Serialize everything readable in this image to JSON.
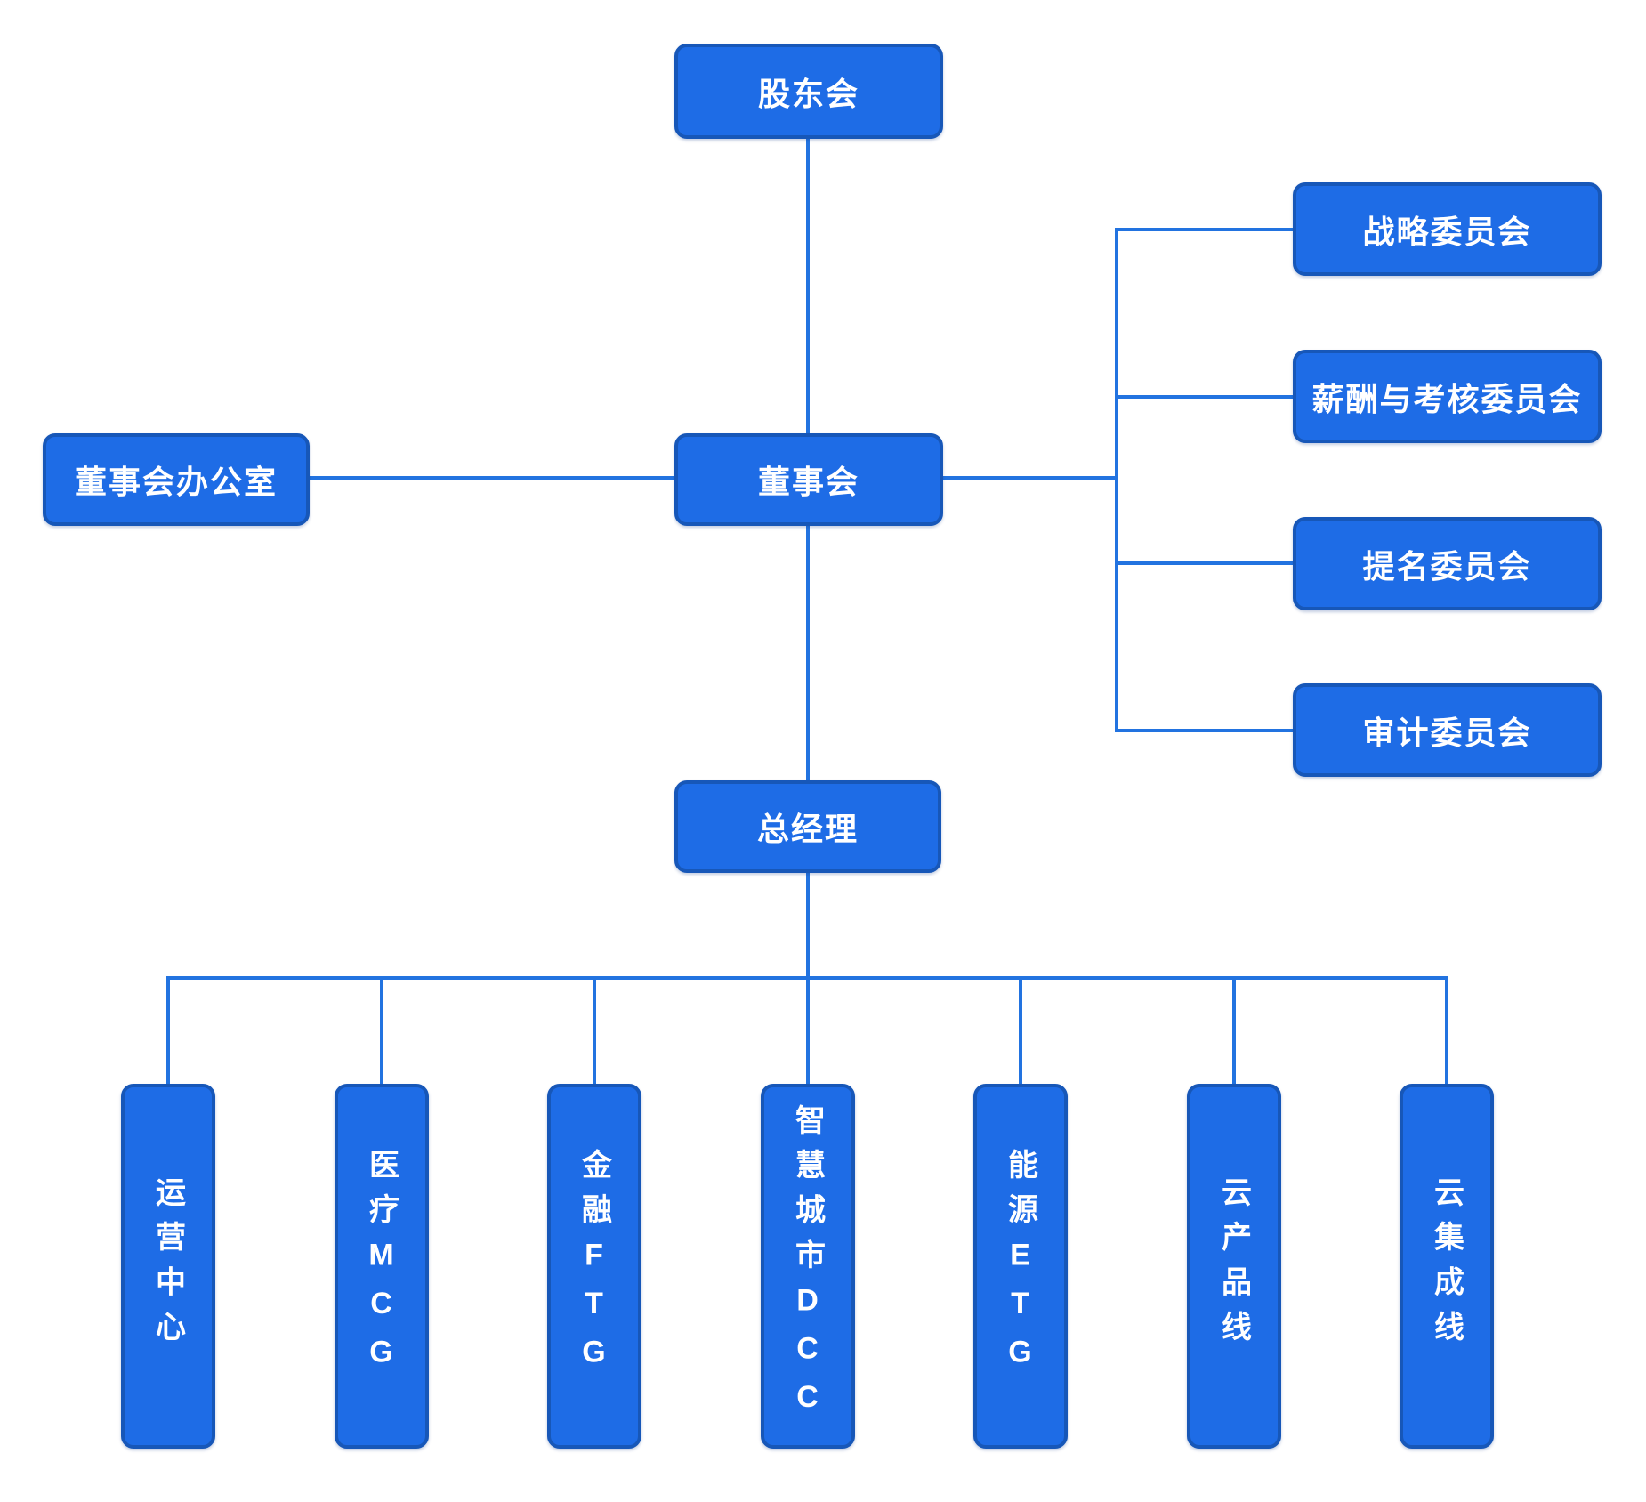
{
  "diagram": {
    "type": "org-chart",
    "colors": {
      "node_fill": "#1e6ce6",
      "node_border": "#1757b8",
      "connector": "#2273e0",
      "text": "#ffffff",
      "background": "#ffffff"
    },
    "nodes": {
      "shareholders": {
        "label": "股东会"
      },
      "board_office": {
        "label": "董事会办公室"
      },
      "board": {
        "label": "董事会"
      },
      "strategy_committee": {
        "label": "战略委员会"
      },
      "compensation_committee": {
        "label": "薪酬与考核委员会"
      },
      "nomination_committee": {
        "label": "提名委员会"
      },
      "audit_committee": {
        "label": "审计委员会"
      },
      "general_manager": {
        "label": "总经理"
      },
      "operations_center": {
        "label": "运营中心"
      },
      "medical_mcg": {
        "label": "医疗MCG"
      },
      "finance_ftg": {
        "label": "金融FTG"
      },
      "smart_city_dcc": {
        "label": "智慧城市DCC"
      },
      "energy_etg": {
        "label": "能源ETG"
      },
      "cloud_product_line": {
        "label": "云产品线"
      },
      "cloud_integration_line": {
        "label": "云集成线"
      }
    }
  }
}
